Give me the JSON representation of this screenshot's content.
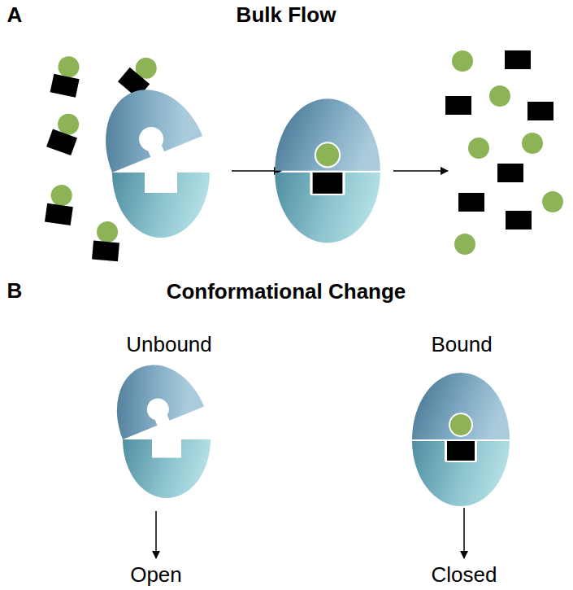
{
  "diagram": {
    "labels": [
      "A",
      "Bulk Flow",
      "B",
      "Conformational Change",
      "Unbound",
      "Bound",
      "Open",
      "Closed"
    ]
  }
}
